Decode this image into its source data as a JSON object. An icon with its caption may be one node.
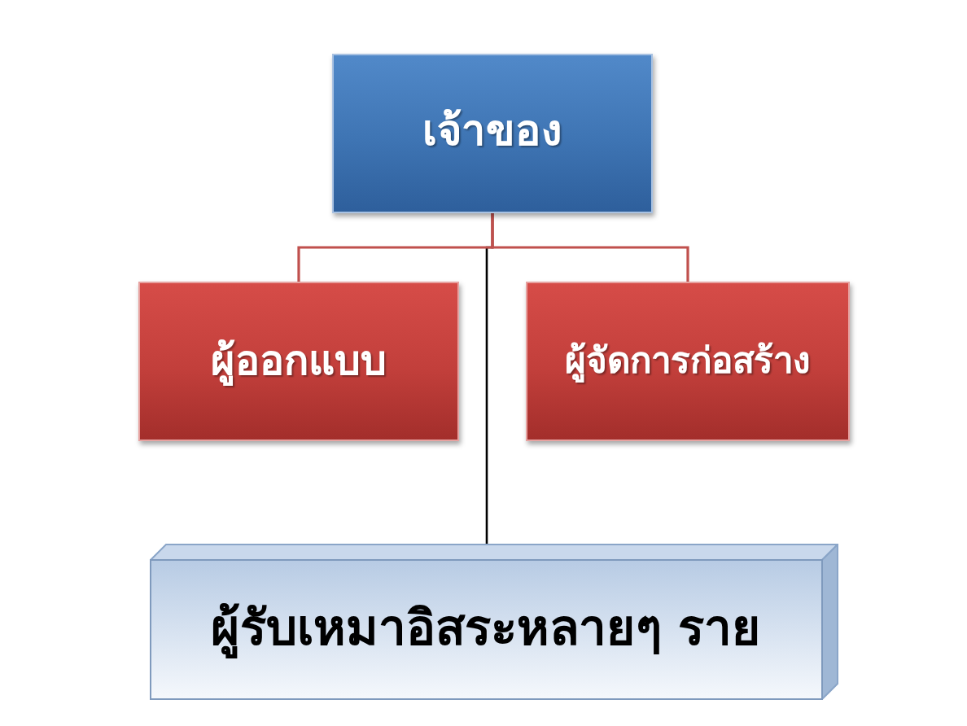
{
  "diagram": {
    "nodes": [
      {
        "text": [
          "เจ้าของ"
        ]
      },
      {
        "text": [
          "ผู้ออกแบบ"
        ]
      },
      {
        "text": [
          "ผู้จัดการก่อสร้าง"
        ]
      },
      {
        "text": [
          "ผู้รับเหมาอิสระหลายๆ ราย"
        ]
      }
    ],
    "edges": [
      {
        "from": 0,
        "to": 1,
        "arrow": "none"
      },
      {
        "from": 0,
        "to": 2,
        "arrow": "none"
      },
      {
        "from": 0,
        "to": 3,
        "arrow": "none",
        "color": "#000000"
      }
    ]
  }
}
